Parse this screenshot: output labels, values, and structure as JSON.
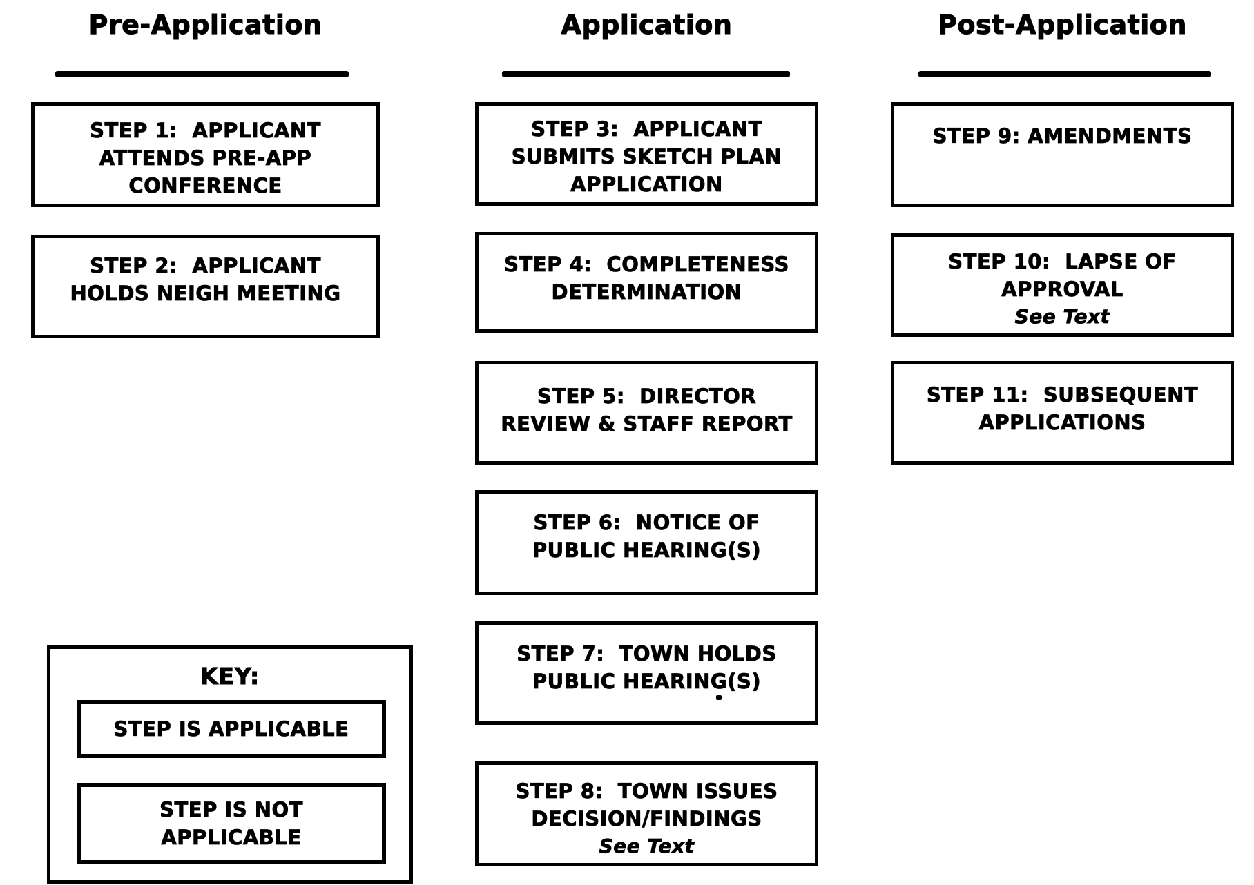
{
  "page": {
    "background_color": "#ffffff",
    "ink_color": "#000000"
  },
  "columns": [
    {
      "id": "pre-application",
      "header": "Pre-Application",
      "steps": [
        {
          "id": "step-1",
          "text": "STEP 1:  APPLICANT\nATTENDS PRE-APP\nCONFERENCE"
        },
        {
          "id": "step-2",
          "text": "STEP 2:  APPLICANT\nHOLDS NEIGH MEETING"
        }
      ]
    },
    {
      "id": "application",
      "header": "Application",
      "steps": [
        {
          "id": "step-3",
          "text": "STEP 3:  APPLICANT\nSUBMITS SKETCH PLAN\nAPPLICATION"
        },
        {
          "id": "step-4",
          "text": "STEP 4:  COMPLETENESS\nDETERMINATION"
        },
        {
          "id": "step-5",
          "text": "STEP 5:  DIRECTOR\nREVIEW & STAFF REPORT"
        },
        {
          "id": "step-6",
          "text": "STEP 6:  NOTICE OF\nPUBLIC HEARING(S)"
        },
        {
          "id": "step-7",
          "text": "STEP 7:  TOWN HOLDS\nPUBLIC HEARING(S)"
        },
        {
          "id": "step-8",
          "text": "STEP 8:  TOWN ISSUES\nDECISION/FINDINGS",
          "see_text": "See Text"
        }
      ]
    },
    {
      "id": "post-application",
      "header": "Post-Application",
      "steps": [
        {
          "id": "step-9",
          "text": "STEP 9: AMENDMENTS"
        },
        {
          "id": "step-10",
          "text": "STEP 10:  LAPSE OF\nAPPROVAL",
          "see_text": "See Text"
        },
        {
          "id": "step-11",
          "text": "STEP 11:  SUBSEQUENT\nAPPLICATIONS"
        }
      ]
    }
  ],
  "key": {
    "title": "KEY:",
    "applicable_label": "STEP IS APPLICABLE",
    "not_applicable_label": "STEP IS NOT\nAPPLICABLE"
  }
}
